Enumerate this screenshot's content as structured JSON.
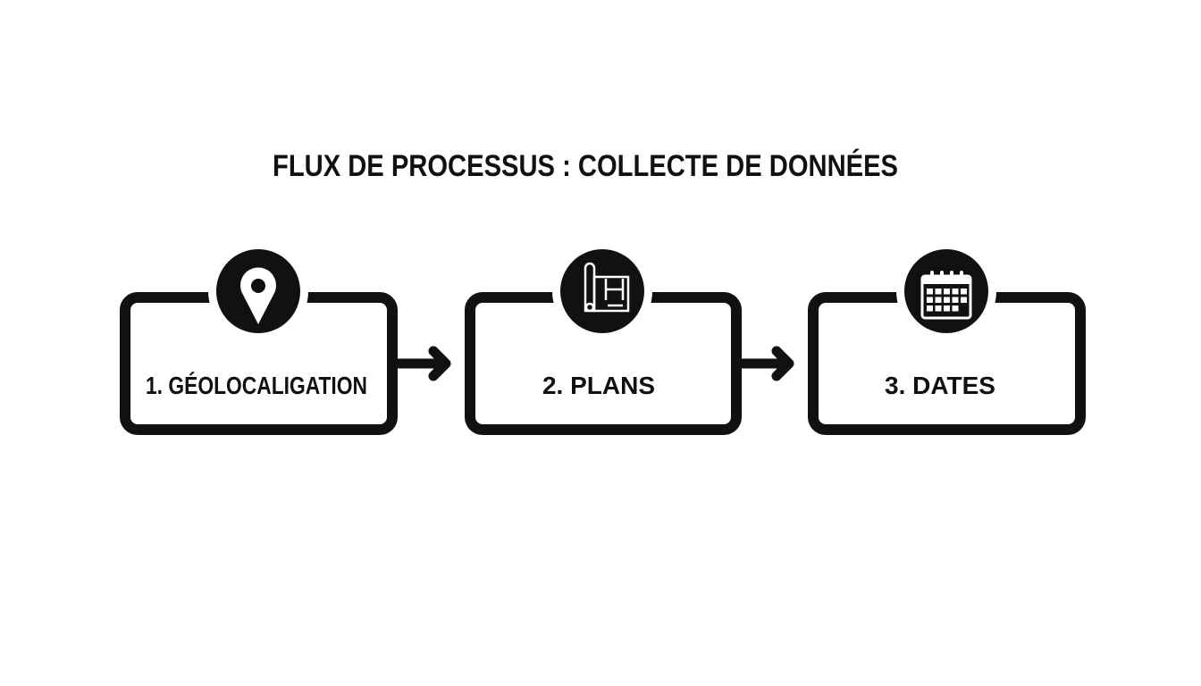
{
  "title": "FLUX DE PROCESSUS : COLLECTE DE DONNÉES",
  "steps": [
    {
      "label": "1. GÉOLOCALIGATION",
      "icon": "map-pin-icon"
    },
    {
      "label": "2. PLANS",
      "icon": "blueprint-icon"
    },
    {
      "label": "3. DATES",
      "icon": "calendar-icon"
    }
  ],
  "colors": {
    "stroke": "#111111",
    "background": "#ffffff"
  }
}
